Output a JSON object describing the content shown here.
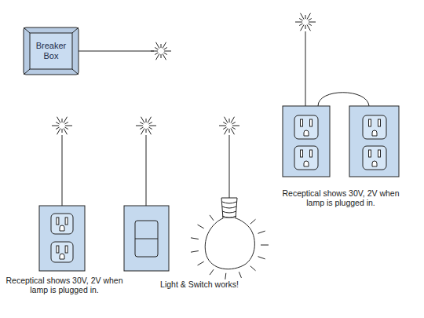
{
  "diagram": {
    "nodes": [
      {
        "text": [
          "Breaker Box"
        ]
      }
    ],
    "labels": [
      "Receptical shows 30V, 2V when lamp is plugged in.",
      "Receptical shows 30V, 2V when lamp is plugged in.",
      "Light & Switch works!"
    ]
  }
}
